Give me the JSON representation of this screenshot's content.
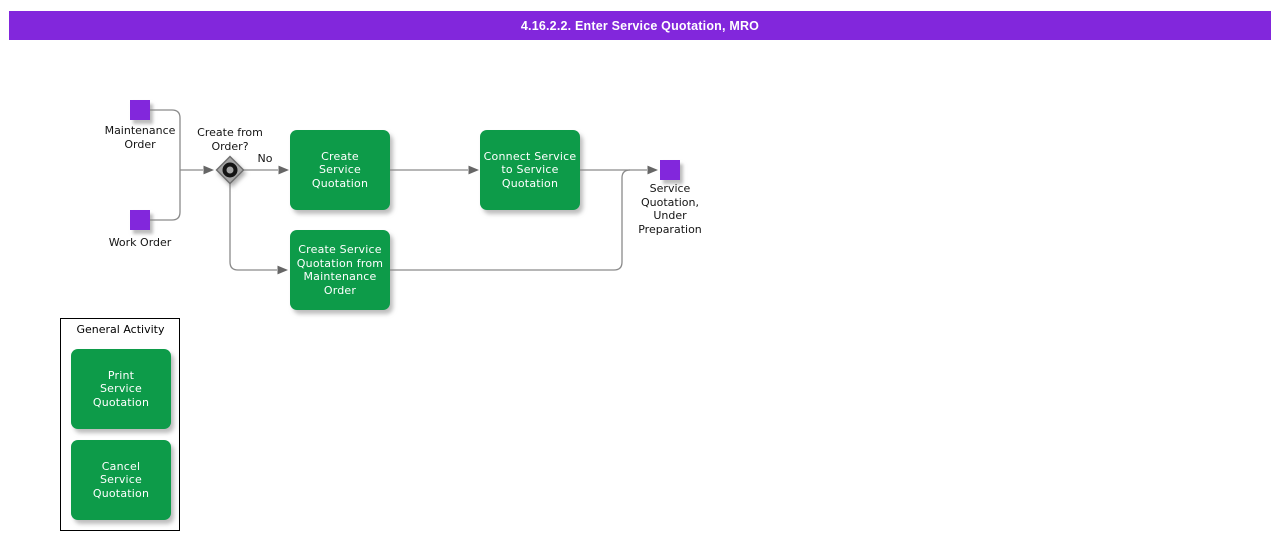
{
  "title_bar": {
    "text": "4.16.2.2. Enter Service Quotation, MRO"
  },
  "colors": {
    "purple": "#8227DC",
    "green": "#0D9B49",
    "line": "#8A8A8A"
  },
  "events": {
    "maintenance_order": "Maintenance\nOrder",
    "work_order": "Work Order",
    "service_quotation": "Service\nQuotation,\nUnder\nPreparation"
  },
  "decision": {
    "question": "Create from\nOrder?",
    "no_label": "No"
  },
  "activities": {
    "create_service_quotation": "Create\nService\nQuotation",
    "connect_service_to_service_quotation": "Connect Service\nto Service\nQuotation",
    "create_service_quotation_from_maintenance_order": "Create Service\nQuotation from\nMaintenance\nOrder"
  },
  "general_activity": {
    "title": "General Activity",
    "print_service_quotation": "Print\nService\nQuotation",
    "cancel_service_quotation": "Cancel\nService\nQuotation"
  }
}
